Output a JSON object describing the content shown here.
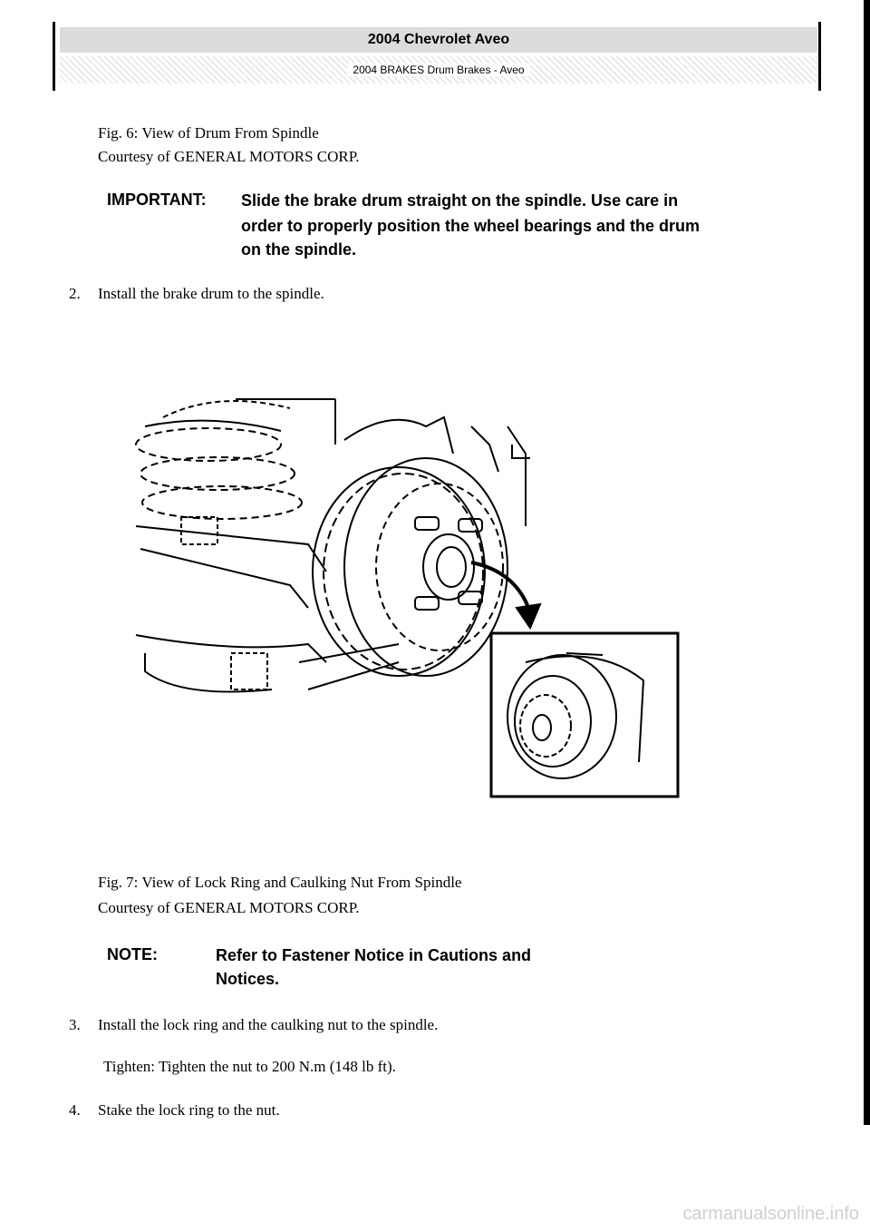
{
  "header": {
    "title": "2004 Chevrolet Aveo",
    "subtitle": "2004 BRAKES Drum Brakes - Aveo"
  },
  "fig6": {
    "caption_line1": "Fig. 6: View of Drum From Spindle",
    "caption_line2": "Courtesy of GENERAL MOTORS CORP."
  },
  "important": {
    "label": "IMPORTANT:",
    "text_line1": "Slide the brake drum straight on the spindle. Use care in",
    "text_line2": "order to properly position the wheel bearings and the drum",
    "text_line3": "on the spindle."
  },
  "step2": {
    "num": "2.",
    "text": "Install the brake drum to the spindle."
  },
  "fig7": {
    "caption_line1": "Fig. 7: View of Lock Ring and Caulking Nut From Spindle",
    "caption_line2": "Courtesy of GENERAL MOTORS CORP."
  },
  "note": {
    "label": "NOTE:",
    "text_line1": "Refer to Fastener Notice in Cautions and",
    "text_line2": "Notices."
  },
  "step3": {
    "num": "3.",
    "text": "Install the lock ring and the caulking nut to the spindle."
  },
  "tighten": "Tighten: Tighten the nut to 200 N.m (148 lb ft).",
  "step4": {
    "num": "4.",
    "text": "Stake the lock ring to the nut."
  },
  "footer": {
    "watermark": "carmanualsonline.info"
  }
}
